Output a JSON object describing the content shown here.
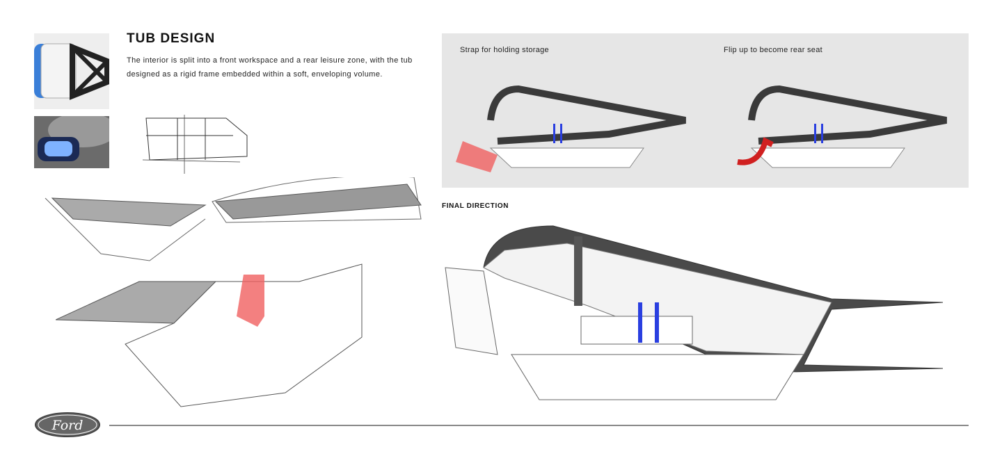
{
  "header": {
    "title": "TUB DESIGN",
    "description": "The interior is split into a front workspace and a rear leisure zone, with the tub designed as a rigid frame embedded within a soft, enveloping volume."
  },
  "panel": {
    "caption_left": "Strap for holding storage",
    "caption_right": "Flip up to become rear seat"
  },
  "final": {
    "label": "FINAL DIRECTION"
  },
  "footer": {
    "logo_text": "Ford"
  },
  "colors": {
    "frame": "#3a3a3a",
    "strap": "#2a3fe0",
    "arrow": "#f06060",
    "panel_bg": "#e6e6e6",
    "blue_accent": "#3a7fd8"
  }
}
